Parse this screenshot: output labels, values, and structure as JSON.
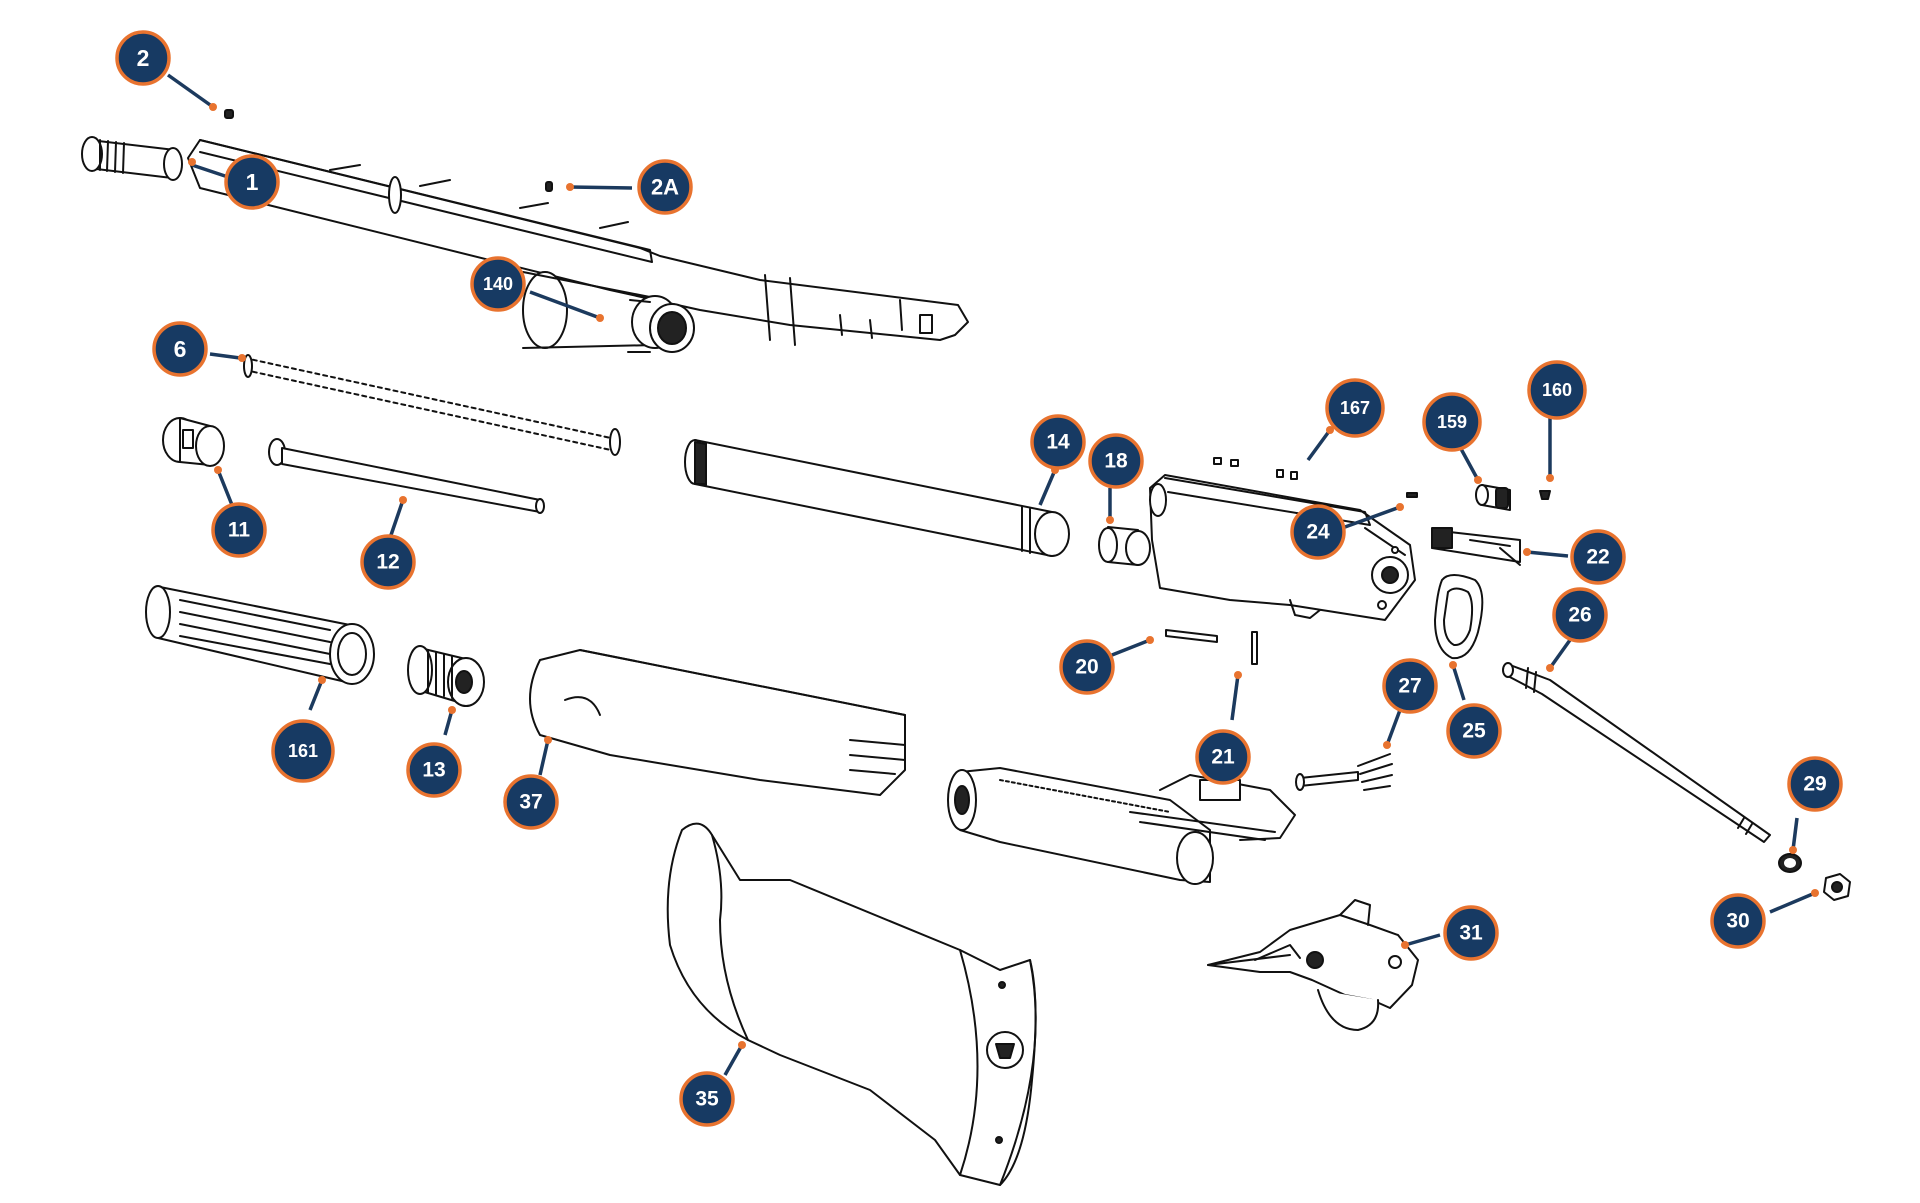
{
  "diagram": {
    "colors": {
      "badge_fill": "#173a63",
      "badge_ring": "#e8732f",
      "leader": "#1c3a5e",
      "dot": "#e8732f"
    },
    "callouts": {
      "c2": "2",
      "c2A": "2A",
      "c1": "1",
      "c140": "140",
      "c6": "6",
      "c11": "11",
      "c12": "12",
      "c14": "14",
      "c18": "18",
      "c167": "167",
      "c159": "159",
      "c160": "160",
      "c24": "24",
      "c22": "22",
      "c26": "26",
      "c20": "20",
      "c21": "21",
      "c27": "27",
      "c25": "25",
      "c161": "161",
      "c13": "13",
      "c37": "37",
      "c29": "29",
      "c30": "30",
      "c31": "31",
      "c35": "35"
    }
  }
}
